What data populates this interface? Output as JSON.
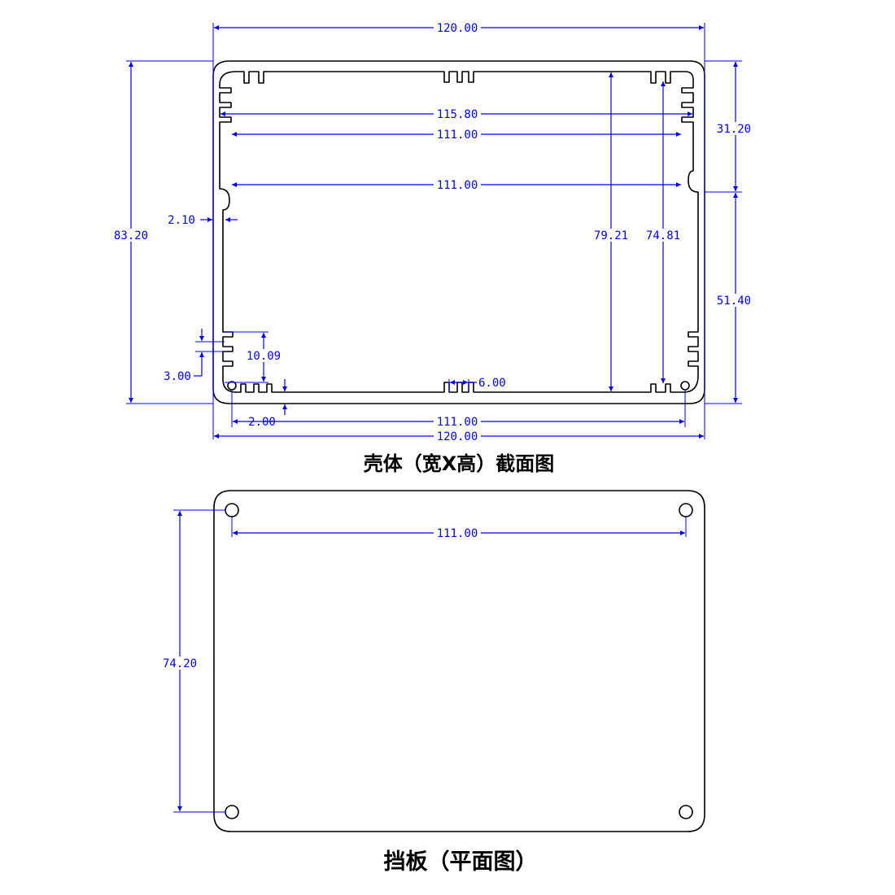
{
  "section_view": {
    "caption": "壳体（宽X高）截面图",
    "dims": {
      "overall_width_top": "120.00",
      "overall_width_bottom": "120.00",
      "width_115_80": "115.80",
      "width_111_top": "111.00",
      "width_111_mid": "111.00",
      "width_111_bottom": "111.00",
      "overall_height": "83.20",
      "inner_height_79_21": "79.21",
      "inner_height_74_81": "74.81",
      "right_upper_31_20": "31.20",
      "right_lower_51_40": "51.40",
      "wall_2_10": "2.10",
      "fin_pitch_10_09": "10.09",
      "fin_3_00": "3.00",
      "offset_2_00": "2.00",
      "slot_6_00": "6.00"
    }
  },
  "plate_view": {
    "caption": "挡板（平面图）",
    "dims": {
      "hole_spacing_h": "111.00",
      "hole_spacing_v": "74.20"
    }
  },
  "colors": {
    "outline": "#000000",
    "dimension": "#0000ee"
  }
}
